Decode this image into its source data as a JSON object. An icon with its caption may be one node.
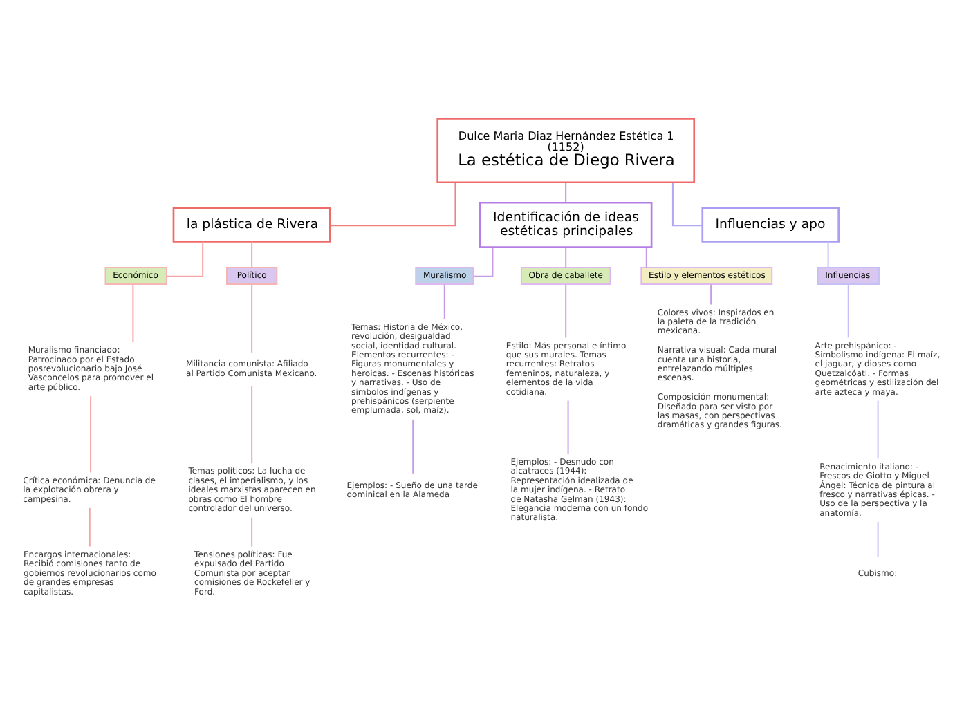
{
  "diagram": {
    "nodes": [
      {
        "text": [
          "Dulce Maria Diaz Hernández Estética 1 (1152)",
          "La estética de Diego Rivera"
        ]
      },
      {
        "text": [
          "la plástica de Rivera"
        ]
      },
      {
        "text": [
          "Identificación de ideas estéticas principales"
        ]
      },
      {
        "text": [
          "Influencias y apo"
        ]
      },
      {
        "text": [
          "Económico"
        ]
      },
      {
        "text": [
          "Político"
        ]
      },
      {
        "text": [
          "Muralismo"
        ]
      },
      {
        "text": [
          "Obra de caballete"
        ]
      },
      {
        "text": [
          "Estilo y elementos estéticos"
        ]
      },
      {
        "text": [
          "Influencias"
        ]
      },
      {
        "text": [
          "Muralismo financiado: Patrocinado por el Estado posrevolucionario bajo José Vasconcelos para promover el arte público."
        ]
      },
      {
        "text": [
          "Crítica económica: Denuncia de la explotación obrera y campesina."
        ]
      },
      {
        "text": [
          "Encargos internacionales: Recibió comisiones tanto de gobiernos revolucionarios como de grandes empresas capitalistas."
        ]
      },
      {
        "text": [
          "Militancia comunista: Afiliado al Partido Comunista Mexicano."
        ]
      },
      {
        "text": [
          "Temas políticos: La lucha de clases, el imperialismo, y los ideales marxistas aparecen en obras como El hombre controlador del universo."
        ]
      },
      {
        "text": [
          "Tensiones políticas: Fue expulsado del Partido Comunista por aceptar comisiones de Rockefeller y Ford."
        ]
      },
      {
        "text": [
          "Temas: Historia de México, revolución, desigualdad social, identidad cultural. Elementos recurrentes: - Figuras monumentales y heroicas. - Escenas históricas y narrativas. - Uso de símbolos indígenas y prehispánicos (serpiente emplumada, sol, maíz)."
        ]
      },
      {
        "text": [
          "Ejemplos: - Sueño de una tarde dominical en la Alameda"
        ]
      },
      {
        "text": [
          "Estilo: Más personal e íntimo que sus murales. Temas recurrentes: Retratos femeninos, naturaleza, y elementos de la vida cotidiana."
        ]
      },
      {
        "text": [
          "Ejemplos: - Desnudo con alcatraces (1944): Representación idealizada de la mujer indígena. - Retrato de Natasha Gelman (1943): Elegancia moderna con un fondo naturalista."
        ]
      },
      {
        "text": [
          "Colores vivos: Inspirados en la paleta de la tradición mexicana.",
          "Narrativa visual: Cada mural cuenta una historia, entrelazando múltiples escenas.",
          "Composición monumental: Diseñado para ser visto por las masas, con perspectivas dramáticas y grandes figuras."
        ]
      },
      {
        "text": [
          "Arte prehispánico: - Simbolismo indígena: El maíz, el jaguar, y dioses como Quetzalcóatl. - Formas geométricas y estilización del arte azteca y maya."
        ]
      },
      {
        "text": [
          "Renacimiento italiano: - Frescos de Giotto y Miguel Ángel: Técnica de pintura al fresco y narrativas épicas. - Uso de la perspectiva y la anatomía."
        ]
      },
      {
        "text": [
          "Cubismo:"
        ]
      }
    ],
    "edges": [
      {
        "from": 0,
        "to": 1,
        "arrow": "none",
        "color": "#f08080"
      },
      {
        "from": 0,
        "to": 2,
        "arrow": "none",
        "color": "#b38be8"
      },
      {
        "from": 0,
        "to": 3,
        "arrow": "none",
        "color": "#b0a8f0"
      },
      {
        "from": 1,
        "to": 4,
        "arrow": "none",
        "color": "#f5a5a5"
      },
      {
        "from": 1,
        "to": 5,
        "arrow": "none",
        "color": "#f5a5a5"
      },
      {
        "from": 2,
        "to": 6,
        "arrow": "none"
      },
      {
        "from": 2,
        "to": 7,
        "arrow": "none"
      },
      {
        "from": 2,
        "to": 8,
        "arrow": "none"
      },
      {
        "from": 3,
        "to": 9,
        "arrow": "none",
        "color": "#c4c0f5"
      },
      {
        "from": 4,
        "to": 10,
        "arrow": "none",
        "color": "#f5a5a5"
      },
      {
        "from": 10,
        "to": 11,
        "arrow": "none",
        "color": "#f5a5a5"
      },
      {
        "from": 11,
        "to": 12,
        "arrow": "none",
        "color": "#f5a5a5"
      },
      {
        "from": 5,
        "to": 13,
        "arrow": "none",
        "color": "#f5a5a5"
      },
      {
        "from": 13,
        "to": 14,
        "arrow": "none",
        "color": "#f5a5a5"
      },
      {
        "from": 14,
        "to": 15,
        "arrow": "none",
        "color": "#f5a5a5"
      },
      {
        "from": 6,
        "to": 16,
        "arrow": "none"
      },
      {
        "from": 16,
        "to": 17,
        "arrow": "none"
      },
      {
        "from": 7,
        "to": 18,
        "arrow": "none"
      },
      {
        "from": 18,
        "to": 19,
        "arrow": "none"
      },
      {
        "from": 8,
        "to": 20,
        "arrow": "none"
      },
      {
        "from": 9,
        "to": 21,
        "arrow": "none",
        "color": "#c4c0f5"
      },
      {
        "from": 21,
        "to": 22,
        "arrow": "none",
        "color": "#c4c0f5"
      },
      {
        "from": 22,
        "to": 23,
        "arrow": "none",
        "color": "#c4c0f5"
      }
    ]
  }
}
